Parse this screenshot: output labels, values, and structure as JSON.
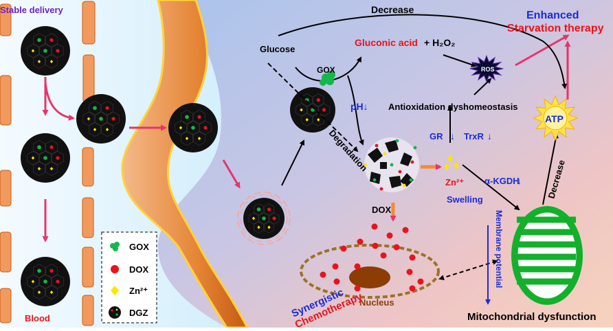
{
  "labels": {
    "stable_delivery": "Stable delivery",
    "blood": "Blood",
    "glucose": "Glucose",
    "gox_enzyme": "GOX",
    "decrease_top": "Decrease",
    "gluconic_acid": "Gluconic acid",
    "h2o2": "+ H₂O₂",
    "ros": "ROS",
    "enhanced": "Enhanced",
    "starvation_therapy": "Starvation therapy",
    "ph_down": "pH↓",
    "antioxidation": "Antioxidation dyshomeostasis",
    "atp": "ATP",
    "gr": "GR",
    "trxr": "TrxR",
    "degradation": "Degradation",
    "zn2": "Zn²⁺",
    "akgdh": "α-KGDH",
    "swelling": "Swelling",
    "decrease_right": "Decrease",
    "dox": "DOX",
    "membrane_potential": "Membrane potential",
    "synergistic": "Synergistic",
    "chemotherapy": "Chemotherapy",
    "nucleus": "Nucleus",
    "mito_dysfunction": "Mitochondrial dysfunction"
  },
  "legend": [
    {
      "label": "GOX",
      "symbol": "green-blob"
    },
    {
      "label": "DOX",
      "symbol": "red-dot"
    },
    {
      "label": "Zn²⁺",
      "symbol": "yellow-diamond"
    },
    {
      "label": "DGZ",
      "symbol": "dark-sphere"
    }
  ],
  "colors": {
    "arrow_pink": "#e8336b",
    "text_blue": "#1a2bd6",
    "text_red": "#e8141b",
    "mito_green": "#13b02b",
    "nucleus_brown": "#8c3d05",
    "membrane_brown": "#9a7228"
  }
}
